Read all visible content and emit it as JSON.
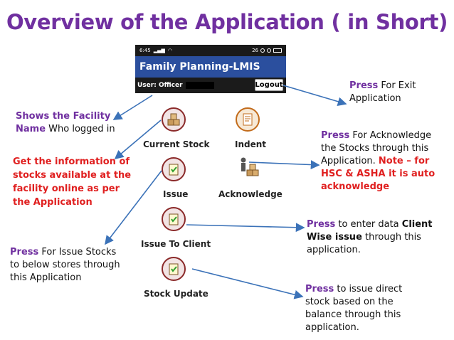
{
  "title": "Overview of the Application ( in Short)",
  "phone": {
    "status_time": "6:45",
    "status_right": "26",
    "app_title": "Family Planning-LMIS",
    "user_label": "User: Officer",
    "logout_label": "Logout"
  },
  "menu": {
    "current_stock": "Current Stock",
    "indent": "Indent",
    "issue": "Issue",
    "acknowledge": "Acknowledge",
    "issue_to_client": "Issue To Client",
    "stock_update": "Stock Update"
  },
  "notes": {
    "exit": {
      "press": "Press",
      "rest1": " For Exit",
      "rest2": "Application"
    },
    "facility": {
      "line1": "Shows the Facility",
      "name_word": "Name",
      "line2_rest": " Who logged in"
    },
    "acknowledge": {
      "press": "Press",
      "line1_rest": " For Acknowledge",
      "line2": "the Stocks through this",
      "line3_pre": "Application. ",
      "note_red_1": "Note – for",
      "note_red_2": "HSC & ASHA it is auto",
      "note_red_3": "acknowledge"
    },
    "current_stock": {
      "line1": "Get the information of",
      "line2": "stocks available at the",
      "line3": "facility online as per",
      "line4": "the Application"
    },
    "client": {
      "press": "Press",
      "line1_mid": " to enter data ",
      "line1_bold": "Client",
      "line2_bold": "Wise issue",
      "line2_rest": " through this",
      "line3": "application."
    },
    "issue": {
      "press": "Press",
      "line1_rest": " For Issue Stocks",
      "line2": "to below stores through",
      "line3": "this Application"
    },
    "stock_update": {
      "press": "Press",
      "line1_rest": " to issue direct",
      "line2": "stock based on the",
      "line3": "balance through this",
      "line4": "application."
    }
  },
  "colors": {
    "accent_purple": "#7030a0",
    "note_red": "#e02020",
    "app_bar_blue": "#2b4f9e",
    "arrow_blue": "#3b72b8"
  }
}
